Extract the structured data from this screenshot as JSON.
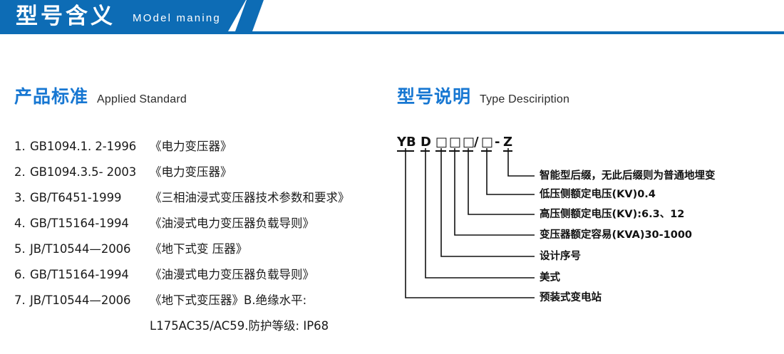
{
  "banner": {
    "title": "型号含义",
    "subtitle": "MOdel maning",
    "accent_color": "#0d6cb5"
  },
  "sections": {
    "left": {
      "cn": "产品标准",
      "en": "Applied Standard"
    },
    "right": {
      "cn": "型号说明",
      "en": "Type Desciription"
    }
  },
  "standards": {
    "heading_color": "#1777d2",
    "items": [
      {
        "num": "1.",
        "code": "GB1094.1. 2-1996",
        "name": "《电力变压器》"
      },
      {
        "num": "2.",
        "code": "GB1094.3.5- 2003",
        "name": "《电力变压器》"
      },
      {
        "num": "3.",
        "code": "GB/T6451-1999",
        "name": "《三相油浸式变压器技术参数和要求》"
      },
      {
        "num": "4.",
        "code": "GB/T15164-1994",
        "name": "《油浸式电力变压器负载导则》"
      },
      {
        "num": "5.",
        "code": "JB/T10544—2006",
        "name": "《地下式变 压器》"
      },
      {
        "num": "6.",
        "code": "GB/T15164-1994",
        "name": "《油漫式电力变压器负载导则》"
      },
      {
        "num": "7.",
        "code": "JB/T10544—2006",
        "name": "《地下式变压器》B.绝缘水平:"
      }
    ],
    "continuation": "L175AC35/AC59.防护等级: IP68"
  },
  "model_code": {
    "segments": [
      {
        "glyph": "YB",
        "label": "预装式变电站"
      },
      {
        "glyph": "D",
        "label": "美式"
      },
      {
        "glyph": "□",
        "label": "设计序号"
      },
      {
        "glyph": "□",
        "label": "变压器额定容易(KVA)30-1000"
      },
      {
        "glyph": "□",
        "label": "高压侧额定电压(KV):6.3、12"
      },
      {
        "glyph": "□",
        "label": "低压侧额定电压(KV)0.4"
      },
      {
        "glyph": "Z",
        "label": "智能型后缀，无此后缀则为普通地埋变"
      }
    ],
    "separator_slash": "/",
    "separator_dash": "-"
  }
}
